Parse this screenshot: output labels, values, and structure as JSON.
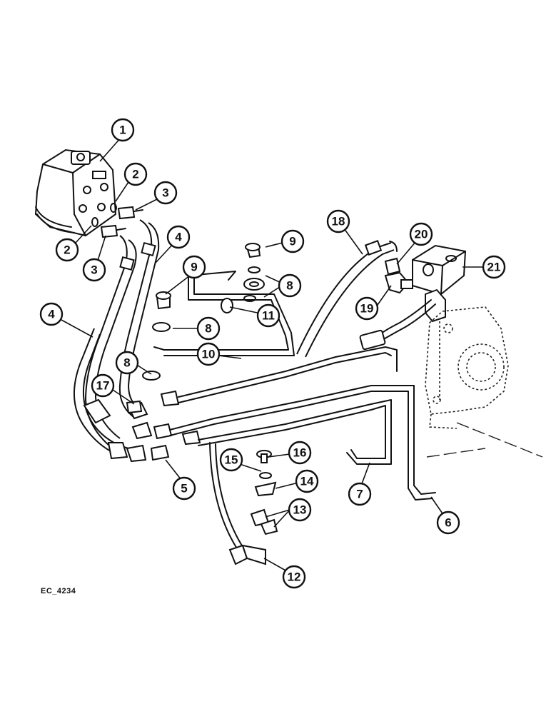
{
  "drawing_code": "EC_4234",
  "callouts": [
    {
      "label": "1"
    },
    {
      "label": "2"
    },
    {
      "label": "2"
    },
    {
      "label": "3"
    },
    {
      "label": "3"
    },
    {
      "label": "4"
    },
    {
      "label": "4"
    },
    {
      "label": "5"
    },
    {
      "label": "6"
    },
    {
      "label": "7"
    },
    {
      "label": "8"
    },
    {
      "label": "8"
    },
    {
      "label": "8"
    },
    {
      "label": "9"
    },
    {
      "label": "9"
    },
    {
      "label": "10"
    },
    {
      "label": "11"
    },
    {
      "label": "12"
    },
    {
      "label": "13"
    },
    {
      "label": "14"
    },
    {
      "label": "15"
    },
    {
      "label": "16"
    },
    {
      "label": "17"
    },
    {
      "label": "18"
    },
    {
      "label": "19"
    },
    {
      "label": "20"
    },
    {
      "label": "21"
    }
  ]
}
